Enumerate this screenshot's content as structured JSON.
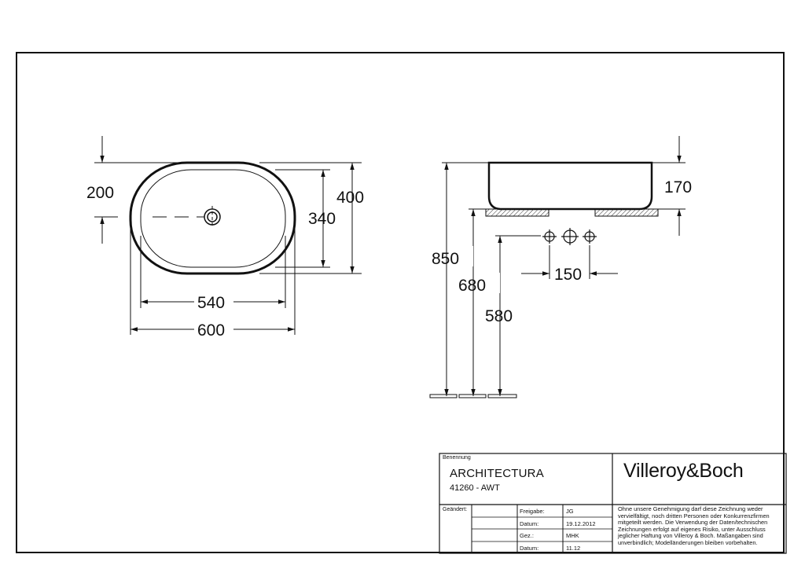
{
  "drawing": {
    "top_view": {
      "height_total": "400",
      "height_inner": "340",
      "drain_offset": "200",
      "width_inner": "540",
      "width_total": "600"
    },
    "side_view": {
      "basin_height": "170",
      "mount_height": "850",
      "counter_height": "680",
      "tap_height": "580",
      "tap_spacing": "150"
    }
  },
  "title_block": {
    "benennung_label": "Benennung",
    "product_name": "ARCHITECTURA",
    "article_code": "41260 - AWT",
    "brand": "Villeroy&Boch",
    "geaendert_label": "Geändert:",
    "freigabe_label": "Freigabe:",
    "freigabe_value": "JG",
    "datum_label_1": "Datum:",
    "datum_value_1": "19.12.2012",
    "gez_label": "Gez.:",
    "gez_value": "MHK",
    "datum_label_2": "Datum:",
    "datum_value_2": "11.12",
    "notice": "Ohne unsere Genehmigung darf diese Zeichnung weder vervielfältigt, noch dritten Personen oder Konkurrenzfirmen mitgeteilt werden. Die Verwendung der Daten/technischen Zeichnungen erfolgt auf eigenes Risiko, unter Ausschluss jeglicher Haftung von Villeroy & Boch. Maßangaben sind unverbindlich; Modelländerungen bleiben vorbehalten."
  }
}
